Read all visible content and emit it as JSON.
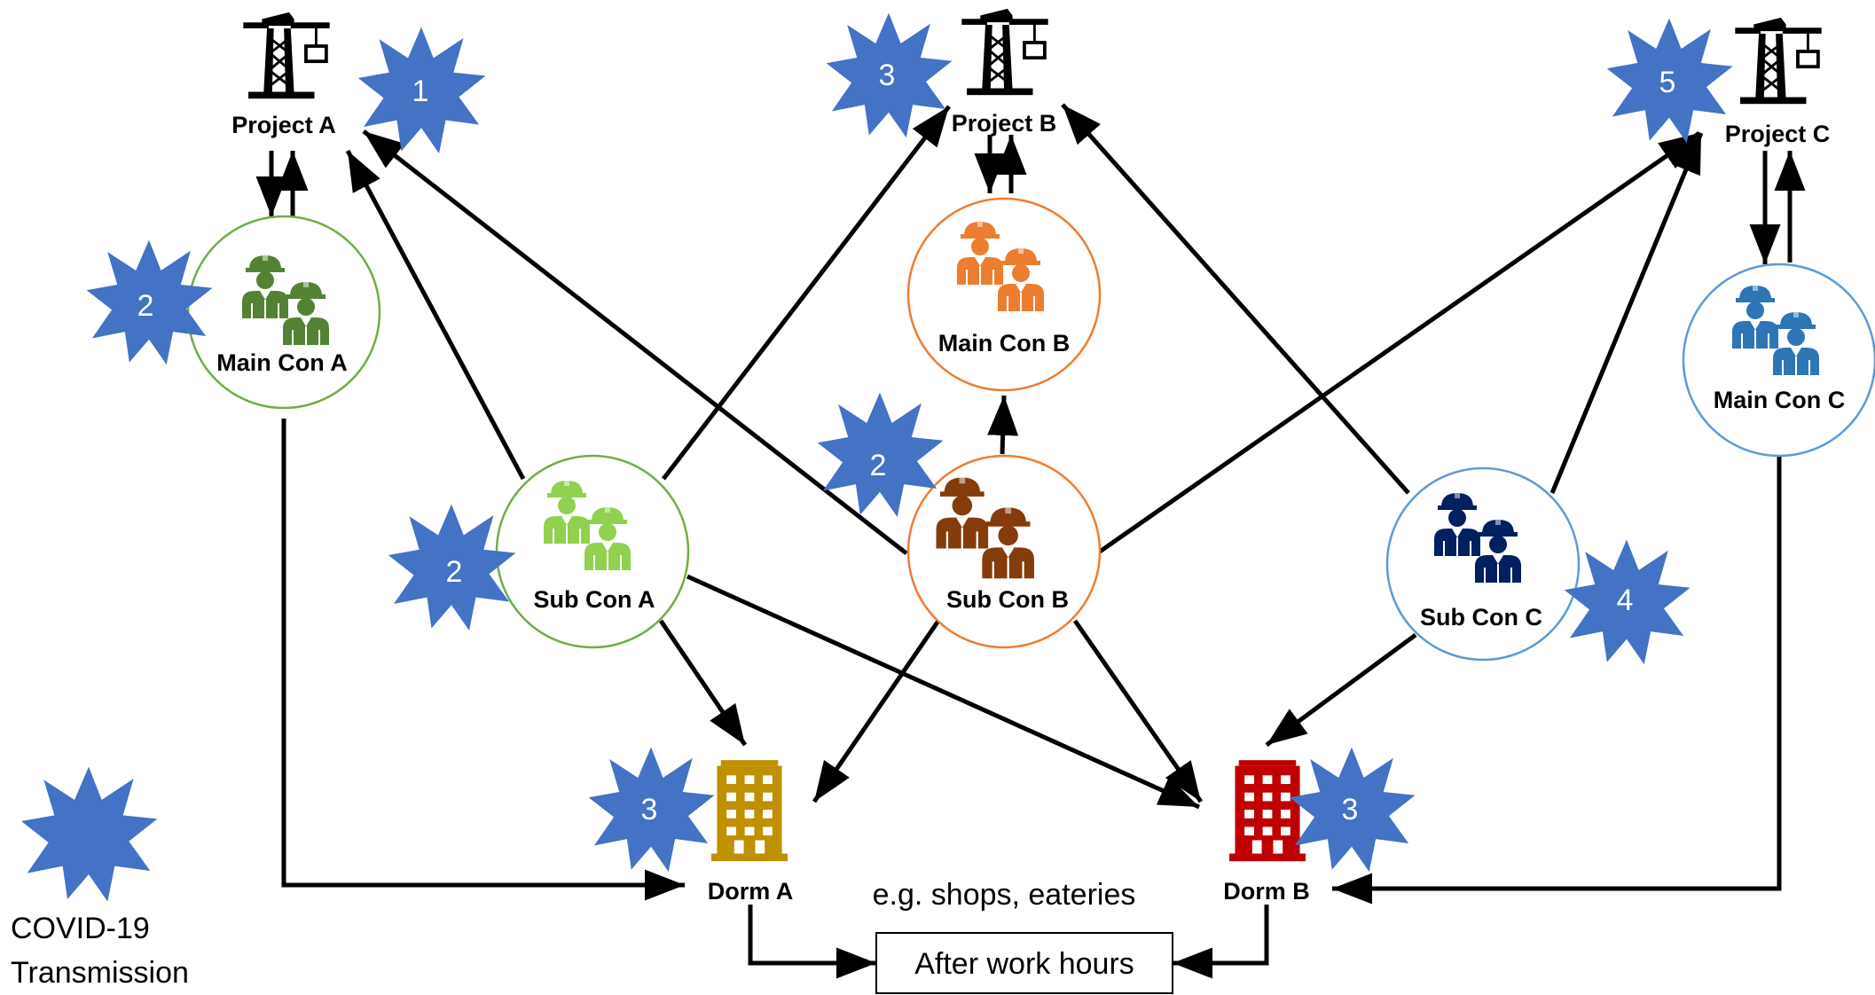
{
  "projects": {
    "a": "Project A",
    "b": "Project B",
    "c": "Project C"
  },
  "contractors": {
    "main_a": "Main Con A",
    "main_b": "Main Con B",
    "main_c": "Main Con C",
    "sub_a": "Sub Con A",
    "sub_b": "Sub Con B",
    "sub_c": "Sub Con C"
  },
  "dorms": {
    "a": "Dorm A",
    "b": "Dorm B"
  },
  "after_work": {
    "caption": "e.g. shops, eateries",
    "box_label": "After work hours"
  },
  "bursts": {
    "project_a": "1",
    "main_con_a": "2",
    "project_b": "3",
    "sub_con_b": "2",
    "sub_con_a": "2",
    "project_c": "5",
    "sub_con_c": "4",
    "dorm_a": "3",
    "dorm_b": "3"
  },
  "legend": {
    "line1": "COVID-19",
    "line2": "Transmission"
  },
  "colors": {
    "burst": "#4472C4",
    "main_a": "#548235",
    "sub_a": "#92D050",
    "main_b": "#ED7D31",
    "sub_b": "#843C0C",
    "main_c": "#2E75B6",
    "sub_c": "#002060",
    "dorm_a": "#BF9000",
    "dorm_b": "#C00000",
    "circle_a": "#70AD47",
    "circle_b": "#ED7D31",
    "circle_c": "#5B9BD5"
  }
}
